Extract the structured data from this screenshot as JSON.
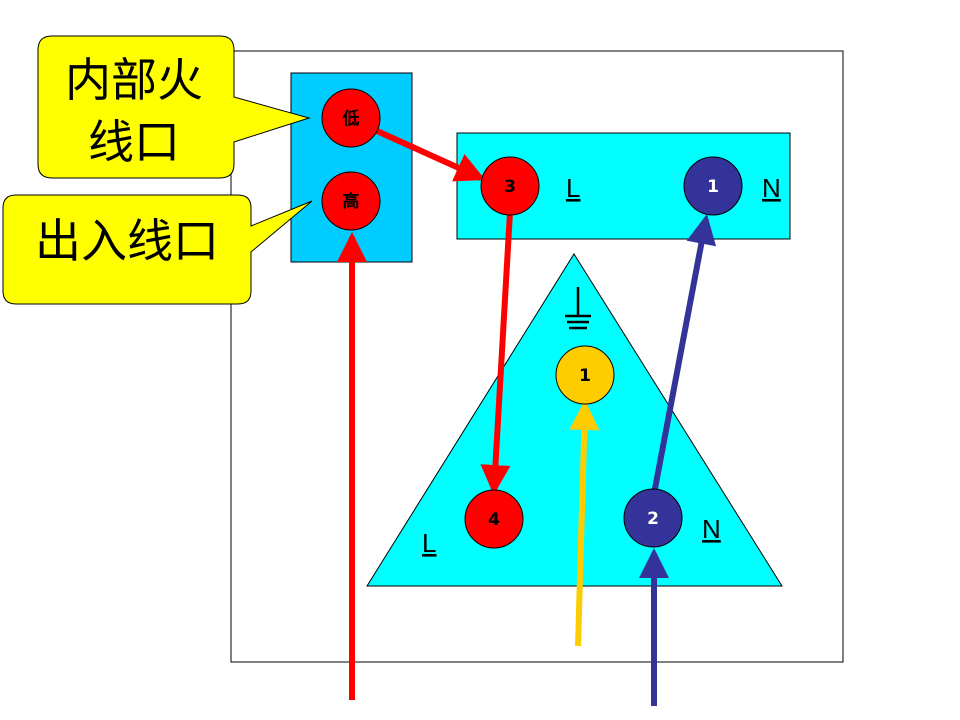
{
  "callouts": {
    "internal": {
      "line1": "内部火",
      "line2": "线口"
    },
    "inout": {
      "text": "出入线口"
    }
  },
  "switch_terminals": {
    "low": "低",
    "high": "高"
  },
  "upper_block": {
    "node_3": "3",
    "node_1": "1",
    "label_l": "L",
    "label_n": "N"
  },
  "socket": {
    "ground_node": "1",
    "node_4": "4",
    "node_2": "2",
    "label_l": "L",
    "label_n": "N",
    "ground_icon": "ground-icon"
  },
  "colors": {
    "live_wire": "#ff0000",
    "neutral_wire": "#333399",
    "ground_wire": "#ffcc00",
    "switch_box": "#00ccff",
    "cyan_shape": "#00ffff",
    "callout_fill": "#ffff00",
    "red_node": "#ff0000",
    "blue_node": "#333399",
    "yellow_node": "#ffcc00"
  }
}
